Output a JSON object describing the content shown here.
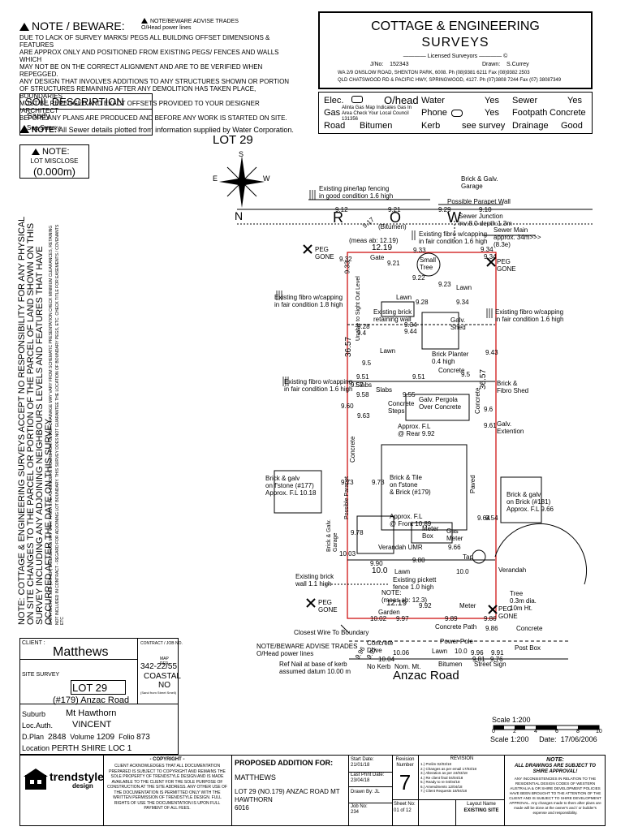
{
  "notice": {
    "title": "NOTE / BEWARE:",
    "power_note": "NOTE/BEWARE ADVISE TRADES O/Head power lines",
    "lines": [
      "DUE TO LACK OF SURVEY MARKS/ PEGS ALL BUILDING OFFSET DIMENSIONS & FEATURES",
      "ARE APPROX ONLY AND POSITIONED FROM EXISTING PEGS/ FENCES AND WALLS WHICH",
      "MAY NOT BE ON THE CORRECT ALIGNMENT AND ARE TO BE VERIFIED WHEN REPEGGED.",
      "ANY DESIGN THAT INVOLVES ADDITIONS TO ANY STRUCTURES SHOWN OR PORTION",
      "OF STRUCTURES REMAINING AFTER ANY DEMOLITION HAS TAKEN PLACE, BOUNDARIES",
      "MUST BE REPEGGED AND EXACT OFFSETS PROVIDED TO YOUR DESIGNER /ARCHITECT",
      "BEFORE ANY PLANS ARE PRODUCED AND BEFORE ANY WORK IS STARTED ON SITE."
    ],
    "sewer_note_label": "NOTE:",
    "sewer_note": "All Sewer details plotted from information supplied by Water Corporation."
  },
  "company": {
    "name_line1": "COTTAGE & ENGINEERING",
    "name_line2": "SURVEYS",
    "licensed": "Licensed Surveyors",
    "job_no_label": "J/No:",
    "job_no": "152343",
    "drawn_label": "Drawn:",
    "drawn": "S.Currey",
    "wa_address": "WA 2/9 ONSLOW ROAD, SHENTON PARK, 6008. Ph (08)9381 6211 Fax (08)9382 2503",
    "qld_address": "QLD CHATSWOOD RD & PACIFIC HWY, SPRINGWOOD, 4127. Ph (07)3808 7244 Fax (07) 38087349"
  },
  "services": {
    "elec_label": "Elec.",
    "elec_value": "O/head",
    "water_label": "Water",
    "water_value": "Yes",
    "sewer_label": "Sewer",
    "sewer_value": "Yes",
    "gas_label": "Gas",
    "gas_note": "Alinta Gas Map Indicates Gas In Area Check Your Local Council",
    "gas_phone_num": "131356",
    "phone_label": "Phone",
    "phone_value": "Yes",
    "footpath_label": "Footpath",
    "footpath_value": "Concrete",
    "road_label": "Road",
    "road_value": "Bitumen",
    "kerb_label": "Kerb",
    "kerb_value": "see survey",
    "drainage_label": "Drainage",
    "drainage_value": "Good"
  },
  "soil": {
    "title": "SOIL DESCRIPTION",
    "type": "Sandy",
    "source": "See Survey"
  },
  "misclose": {
    "label": "NOTE:",
    "text": "LOT MISCLOSE",
    "value": "(0.000m)"
  },
  "lot_top": "LOT 29",
  "compass": {
    "s": "S",
    "e": "E",
    "w": "W",
    "n": "N"
  },
  "side_notices": {
    "main": "NOTE: COTTAGE & ENGINEERING SURVEYS ACCEPT NO RESPONSIBILITY FOR ANY PHYSICAL ON SITE CHANGES TO THE PARCEL OR PORTION OF THE PARCEL OF LAND SHOWN ON THIS SURVEY INCLUDING ANY ADJOINING NEIGHBOURS LEVELS AND FEATURES THAT HAVE OCCURRED AFTER THE DATE ON THIS SURVEY.",
    "small1": "EARTHWORKS SEE (OTHER) DIMENSIONS MAY VARY FROM SITE AS BUILDERS DISCRETION. SEWER DRAINAGE MAY VARY FROM SCHEMATIC PRESENTATION CHECK MINIMUM CLEARANCES, RETAINING",
    "small2": "NOT INCLUDED IN CONTRACT - REGARD FOR ADJOINING LOT BOUNDARY. THIS SURVEY DOES NOT GUARANTEE THE LOCATION OF BOUNDARY PEGS, ETC. CHECK TITLE FOR EASEMENTS / COVENANTS ETC"
  },
  "plan": {
    "row_label": "R  O  W",
    "bitumen": "(Bitumen)",
    "road_name": "Anzac Road",
    "labels": [
      "Brick & Galv.\nGarage",
      "Existing pine/lap fencing\nin good condition 1.6 high",
      "Possible Parapet Wall",
      "Sewer Junction\ninv:8.0 depth:1.3m",
      "Sewer Main\napprox. 34m>>>\n(8.3e)",
      "Existing fibro w/capping\nin fair condition 1.6 high",
      "(meas ab: 12.19)",
      "12.19",
      "PEG\nGONE",
      "PEG\nGONE",
      "Gate",
      "Small\nTree",
      "Existing fibro w/capping\nin fair condition 1.8 high",
      "Lawn",
      "Lawn",
      "Existing brick\nretaining wall",
      "Existing fibro w/capping\nin fair condition 1.6 high",
      "Galv.\nShed",
      "Brick Planter\n0.4 high",
      "Concrete",
      "Lawn",
      "Slabs",
      "36.57",
      "36.57",
      "Existing fibro w/capping\nin fair condition 1.6 high",
      "Brick &\nFibro Shed",
      "Slabs",
      "Galv. Pergola\nOver Concrete",
      "Concrete\nSteps",
      "Approx. F.L\n@ Rear 9.92",
      "Galv.\nExtention",
      "Concrete",
      "Concrete",
      "Paved",
      "Brick & galv\non f'stone (#177)\nApprox. F.L 10.18",
      "Brick & Tile\non f'stone\n& Brick (#179)",
      "Brick & galv\non Brick (#181)\nApprox. F.L 9.66",
      "Brick & Galv.\nGarage",
      "Possible Parapet",
      "Approx. F.L\n@ Front 10.89",
      "Meter\nBox",
      "Gas\nMeter",
      "Tap",
      "Verandah UMR",
      "Verandah",
      "Lawn",
      "Existing pickett\nfence 1.0 high",
      "Existing brick\nwall 1.1 high",
      "NOTE:\n(meas ab: 12.3)",
      "12.19",
      "Tree\n0.3m dia.\n10m Ht.",
      "PEG\nGONE",
      "PEG\nGONE",
      "Garden",
      "Meter",
      "Concrete Path",
      "Concrete",
      "Closest Wire To Boundary",
      "NOTE/BEWARE ADVISE TRADES\nO/Head power lines",
      "Concrete\nDrive",
      "Power Pole",
      "Lawn",
      "Post Box",
      "Ref Nail at base of kerb\nassumed datum 10.00 m",
      "No Kerb",
      "Nom. Mt.",
      "Bitumen",
      "Street Sign",
      "Unable to Sight Out Level"
    ],
    "levels": [
      "9.12",
      "9.21",
      "9.17",
      "9.29",
      "9.10",
      "9.32",
      "9.33",
      "9.21",
      "9.33",
      "9.34",
      "9.34",
      "9.22",
      "9.23",
      "9.28",
      "9.34",
      "9.28",
      "9.44",
      "9.34",
      "9.4",
      "9.5",
      "9.51",
      "9.51",
      "9.5",
      "9.58",
      "9.55",
      "9.43",
      "9.60",
      "9.57",
      "9.63",
      "9.6",
      "9.61",
      "9.73",
      "9.73",
      "9.64",
      "9.54",
      "9.78",
      "10.03",
      "9.66",
      "9.80",
      "10.0",
      "9.90",
      "10.0",
      "9.92",
      "9.89",
      "9.86",
      "10.02",
      "9.97",
      "10.06",
      "10.0",
      "9.96",
      "9.91",
      "9.81",
      "9.76",
      "10.04",
      "9.96",
      "9.91",
      "9.86"
    ]
  },
  "titleblock": {
    "client_label": "CLIENT :",
    "client": "Matthews",
    "contract_label": "CONTRACT / JOB NO.",
    "map_ref_label": "MAP REF.",
    "map_ref": "342-22/55",
    "site_survey_label": "SITE SURVEY",
    "lot": "LOT 29",
    "coastal": "COASTAL",
    "coastal_value": "NO",
    "coastal_note": "(Sand from Street Smell)",
    "address": "(#179) Anzac Road",
    "suburb_label": "Suburb",
    "suburb": "Mt Hawthorn",
    "loc_auth_label": "Loc.Auth.",
    "loc_auth": "VINCENT",
    "dplan_label": "D.Plan",
    "dplan": "2848",
    "volume_label": "Volume",
    "volume": "1209",
    "folio_label": "Folio",
    "folio": "873",
    "location_label": "Location",
    "location": "PERTH SHIRE LOC 1"
  },
  "scale": {
    "label": "Scale 1:200",
    "ticks": [
      "0",
      "2",
      "4",
      "6",
      "8",
      "10"
    ],
    "scale_text": "Scale 1:200",
    "date_label": "Date:",
    "date": "17/06/2006"
  },
  "footer": {
    "brand": "trendstyle",
    "brand_sub": "design",
    "copyright_title": "- COPYRIGHT -",
    "copyright_text": "CLIENT ACKNOWLEDGES THAT ALL DOCUMENTATION PREPARED IS SUBJECT TO COPYRIGHT AND REMAINS THE SOLE PROPERTY OF TRENDSTYLE DESIGN AND IS MADE AVAILABLE TO THE CLIENT FOR THE SOLE PURPOSE OF CONSTRUCTION AT THE SITE ADDRESS. ANY OTHER USE OF THE DOCUMENTATION IS PERMITTED ONLY WITH THE WRITTEN PERMISSION OF TRENDSTYLE DESIGN. FULL RIGHTS OF USE THE DOCUMENTATION IS UPON FULL PAYMENT OF ALL FEES.",
    "proposed_label": "PROPOSED ADDITION FOR:",
    "proposed_client": "MATTHEWS",
    "proposed_address1": "LOT 29 (NO.179) ANZAC ROAD MT",
    "proposed_address2": "HAWTHORN",
    "proposed_postcode": "6016",
    "start_date_label": "Start Date:",
    "start_date": "21/01/18",
    "last_print_label": "Last Print Date:",
    "last_print": "23/04/18",
    "drawn_by_label": "Drawn By: JL",
    "job_no_label": "Job No:",
    "job_no": "234",
    "revision_label": "Revision Number",
    "revision_number": "7",
    "revision_title": "REVISION",
    "revisions": [
      "1.) Prelim 02/03/18",
      "2.) Changes as per email 17/03/18",
      "3.) Alteration as per 24/03/18",
      "4.) Re client final 04/04/18",
      "5.) Ready to re 04/04/18",
      "6.) Amendments 12/04/18",
      "7.) Client Requests 18/04/18"
    ],
    "sheet_label": "Sheet No:",
    "sheet": "01 of 12",
    "layout_label": "Layout Name",
    "layout": "EXISTING SITE",
    "note_title": "NOTE:",
    "note_line1": "ALL DRAWINGS ARE SUBJECT TO",
    "note_line2": "SHIRE APPROVAL!",
    "note_text": "ANY INCONSISTENCIES IN RELATION TO THE RESIDENTIAL DESIGN CODES OF WESTERN AUSTRALIA & OR SHIRE DEVELOPMENT POLICIES HAVE BEEN BROUGHT TO THE ATTENTION OF THE CLIENT AND IS SUBJECT TO SHIRE DEVELOPMENT APPROVAL. Any changes made to them after plans are made will be done at the owner's and / or builder's expense and responsibility."
  }
}
